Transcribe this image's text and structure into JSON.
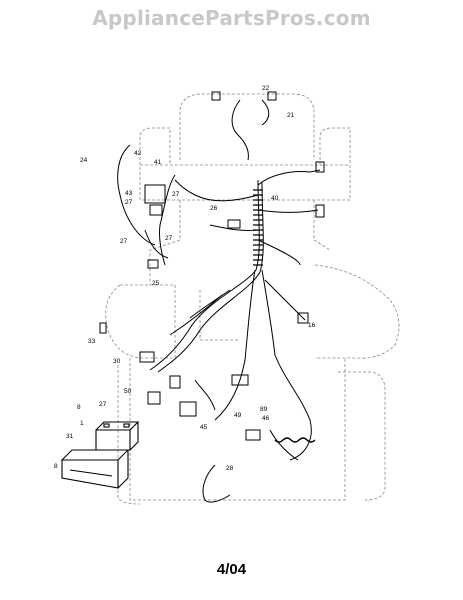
{
  "watermark": "AppliancePartsPros.com",
  "footer": "4/04",
  "part_labels": [
    "22",
    "21",
    "24",
    "42",
    "41",
    "43",
    "27",
    "27",
    "27",
    "27",
    "26",
    "40",
    "25",
    "16",
    "33",
    "30",
    "50",
    "8",
    "27",
    "1",
    "31",
    "8",
    "49",
    "45",
    "89",
    "46",
    "28"
  ]
}
